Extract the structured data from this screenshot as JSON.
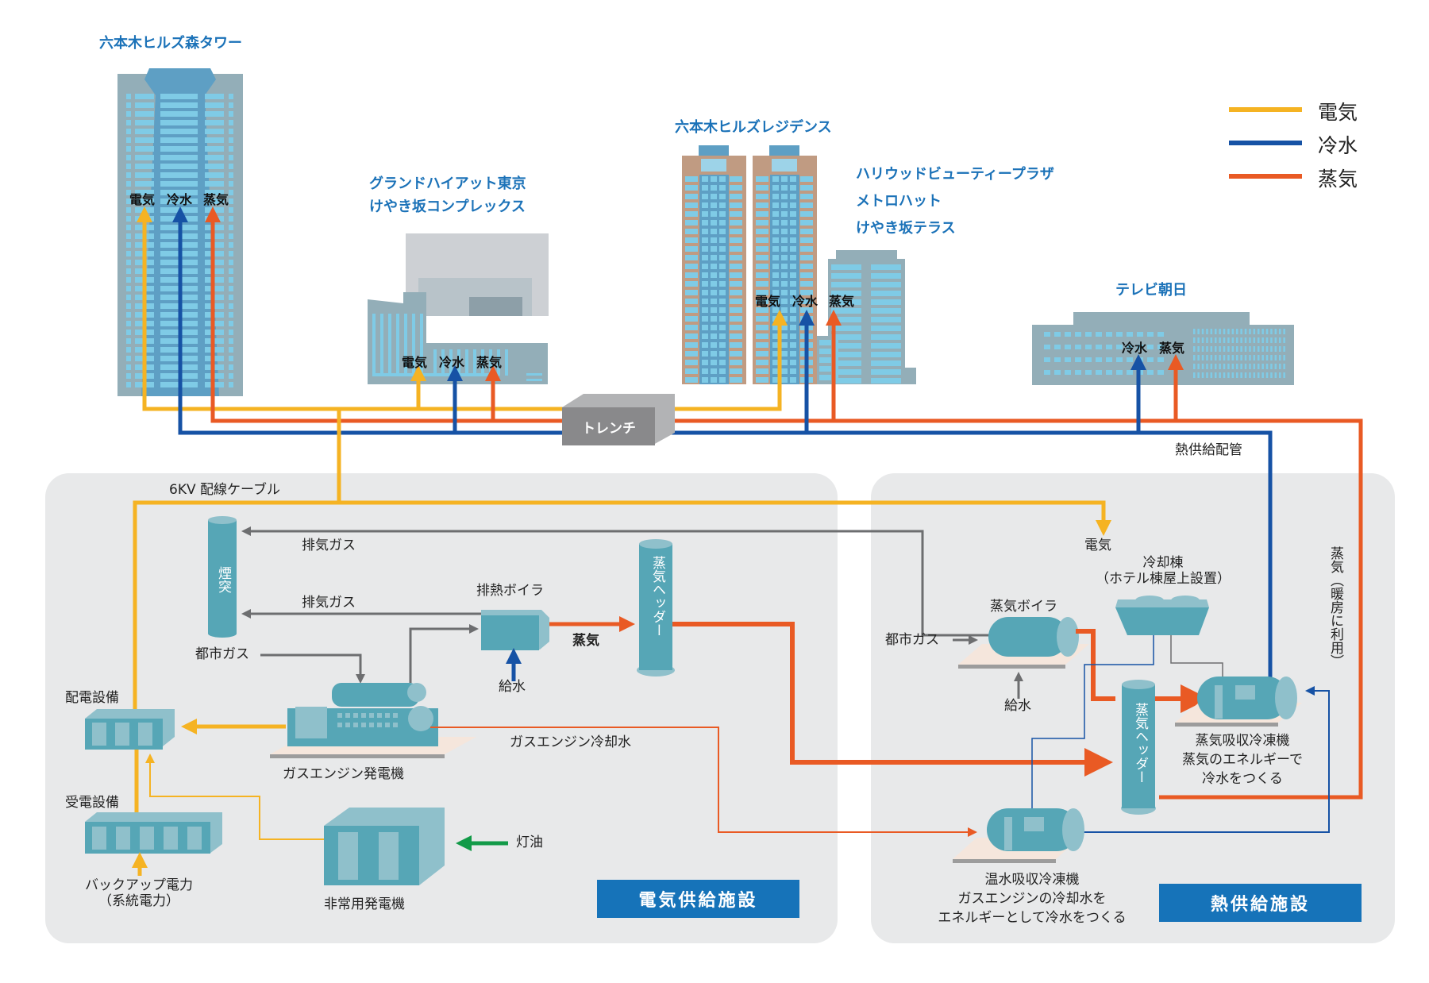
{
  "legend": {
    "items": [
      {
        "label": "電気",
        "color": "#f5b323"
      },
      {
        "label": "冷水",
        "color": "#1652a5"
      },
      {
        "label": "蒸気",
        "color": "#e95a24"
      }
    ]
  },
  "colors": {
    "electric": "#f5b323",
    "chilled_water": "#1652a5",
    "steam": "#e95a24",
    "gas": "#6d6e70",
    "kerosene": "#129a48",
    "equipment": "#56a6b6",
    "panel_bg": "#e8e9ea",
    "title_blue": "#1b72b8"
  },
  "buildings": {
    "mori_tower": {
      "name": "六本木ヒルズ森タワー",
      "utilities": [
        "電気",
        "冷水",
        "蒸気"
      ]
    },
    "grand_hyatt": {
      "name_line1": "グランドハイアット東京",
      "name_line2": "けやき坂コンプレックス",
      "utilities": [
        "電気",
        "冷水",
        "蒸気"
      ]
    },
    "residence": {
      "name": "六本木ヒルズレジデンス",
      "utilities": [
        "電気",
        "冷水",
        "蒸気"
      ]
    },
    "hollywood": {
      "line1": "ハリウッドビューティープラザ",
      "line2": "メトロハット",
      "line3": "けやき坂テラス"
    },
    "tv_asahi": {
      "name": "テレビ朝日",
      "utilities": [
        "冷水",
        "蒸気"
      ]
    }
  },
  "network": {
    "trench": "トレンチ",
    "heat_pipe_label": "熱供給配管",
    "cable_label": "6KV 配線ケーブル",
    "steam_heating_label": "蒸気（暖房に利用）"
  },
  "electric_facility": {
    "title": "電気供給施設",
    "chimney": "煙突",
    "exhaust_gas_1": "排気ガス",
    "exhaust_gas_2": "排気ガス",
    "city_gas": "都市ガス",
    "waste_heat_boiler": "排熱ボイラ",
    "feed_water": "給水",
    "steam": "蒸気",
    "steam_header": "蒸気ヘッダー",
    "distribution": "配電設備",
    "receiving": "受電設備",
    "gas_engine": "ガスエンジン発電機",
    "engine_cooling_water": "ガスエンジン冷却水",
    "backup_line1": "バックアップ電力",
    "backup_line2": "（系統電力）",
    "emergency_generator": "非常用発電機",
    "kerosene": "灯油"
  },
  "heat_facility": {
    "title": "熱供給施設",
    "electricity": "電気",
    "cooling_tower_line1": "冷却棟",
    "cooling_tower_line2": "（ホテル棟屋上設置）",
    "steam_boiler": "蒸気ボイラ",
    "city_gas": "都市ガス",
    "feed_water": "給水",
    "steam_header": "蒸気ヘッダー",
    "steam_chiller_line1": "蒸気吸収冷凍機",
    "steam_chiller_line2": "蒸気のエネルギーで",
    "steam_chiller_line3": "冷水をつくる",
    "hot_water_chiller_line1": "温水吸収冷凍機",
    "hot_water_chiller_line2": "ガスエンジンの冷却水を",
    "hot_water_chiller_line3": "エネルギーとして冷水をつくる"
  }
}
